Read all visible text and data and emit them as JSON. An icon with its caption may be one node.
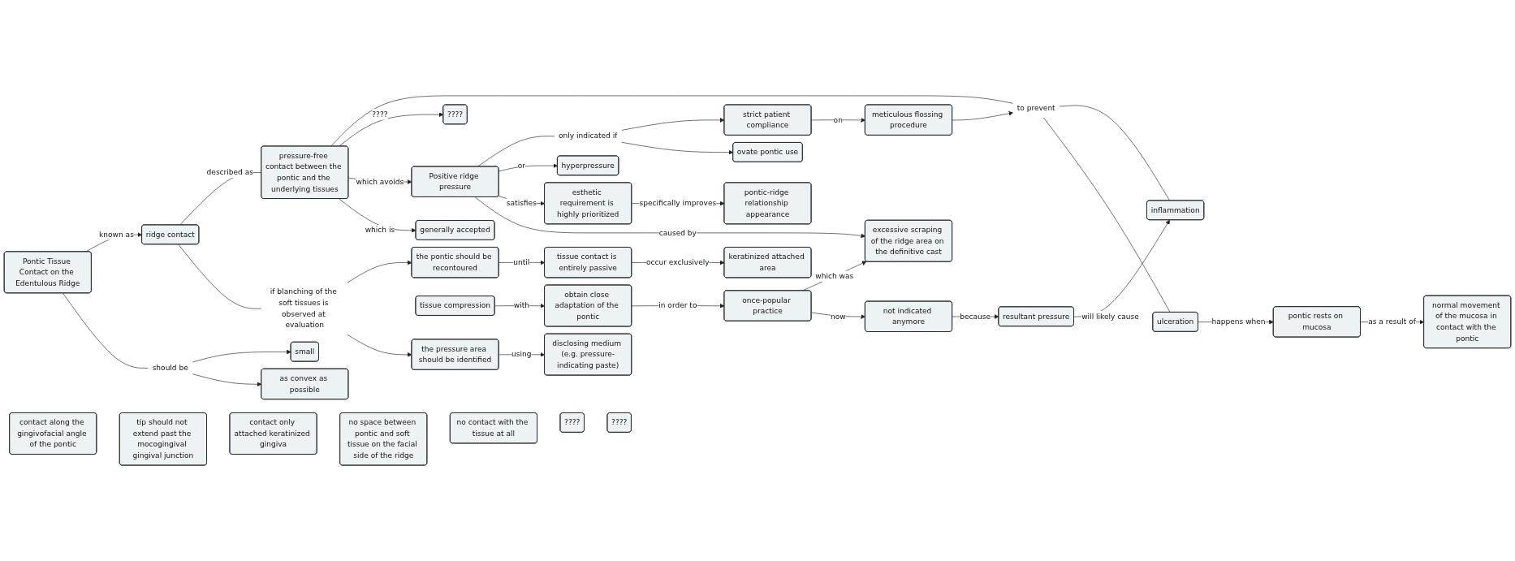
{
  "diagram": {
    "nodes": [
      {
        "text": [
          "Pontic Tissue Contact on the Edentulous Ridge"
        ]
      },
      {
        "text": [
          "should be"
        ]
      },
      {
        "text": [
          "as convex as possible"
        ]
      },
      {
        "text": [
          "small"
        ]
      },
      {
        "text": [
          "contact along the gingivofacial angle of the pontic"
        ]
      },
      {
        "text": [
          "if blanching of the soft tissues is observed at evaluation"
        ]
      },
      {
        "text": [
          "ridge contact"
        ]
      },
      {
        "text": [
          "esthetic requirement is highly prioritized"
        ]
      },
      {
        "text": [
          "pontic-ridge relationship appearance"
        ]
      },
      {
        "text": [
          "tip should not extend past the mocogingival gingival junction"
        ]
      },
      {
        "text": [
          "generally accepted"
        ]
      },
      {
        "text": [
          "the pressure area should be identified"
        ]
      },
      {
        "text": [
          "the pontic should be recontoured"
        ]
      },
      {
        "text": [
          "pressure-free contact between the pontic and the underlying tissues"
        ]
      },
      {
        "text": [
          "contact only attached keratinized gingiva"
        ]
      },
      {
        "text": [
          "to prevent"
        ]
      },
      {
        "text": [
          "ovate pontic use"
        ]
      },
      {
        "text": [
          "only indicated if"
        ]
      },
      {
        "text": [
          "Positive ridge pressure"
        ]
      },
      {
        "text": [
          "hyperpressure"
        ]
      },
      {
        "text": [
          "disclosing medium (e.g. pressure-indicating paste)"
        ]
      },
      {
        "text": [
          "tissue contact is entirely passive"
        ]
      },
      {
        "text": [
          "ulceration"
        ]
      },
      {
        "text": [
          "inflammation"
        ]
      },
      {
        "text": [
          "strict patient compliance"
        ]
      },
      {
        "text": [
          "excessive scraping of the ridge area on the definitive cast"
        ]
      },
      {
        "text": [
          "pontic rests on mucosa"
        ]
      },
      {
        "text": [
          "keratinized attached area"
        ]
      },
      {
        "text": [
          "meticulous flossing procedure"
        ]
      },
      {
        "text": [
          "no space between pontic and soft tissue on the facial side of the ridge"
        ]
      },
      {
        "text": [
          "normal movement of the mucosa in contact with the pontic"
        ]
      },
      {
        "text": [
          "resultant pressure"
        ]
      },
      {
        "text": [
          "not indicated anymore"
        ]
      },
      {
        "text": [
          "once-popular practice"
        ]
      },
      {
        "text": [
          "????"
        ]
      },
      {
        "text": [
          "obtain close adaptation of the pontic"
        ]
      },
      {
        "text": [
          "no contact with the tissue at all"
        ]
      },
      {
        "text": [
          "????"
        ]
      },
      {
        "text": [
          "????"
        ]
      },
      {
        "text": [
          "tissue compression"
        ]
      }
    ],
    "edges": [
      {
        "from": 0,
        "to": 1,
        "arrow": "none"
      },
      {
        "from": 1,
        "to": 2,
        "arrow": "to"
      },
      {
        "from": 1,
        "to": 3,
        "arrow": "to"
      },
      {
        "from": 0,
        "to": 6,
        "arrow": "to",
        "label": "known as"
      },
      {
        "from": 6,
        "to": 5,
        "arrow": "none"
      },
      {
        "from": 5,
        "to": 11,
        "arrow": "to"
      },
      {
        "from": 5,
        "to": 12,
        "arrow": "to"
      },
      {
        "from": 6,
        "to": 13,
        "arrow": "none",
        "label": "described as"
      },
      {
        "from": 13,
        "to": 10,
        "arrow": "to",
        "label": "which is"
      },
      {
        "from": 13,
        "to": 18,
        "arrow": "to",
        "label": "which avoids"
      },
      {
        "from": 13,
        "to": 34,
        "arrow": "to",
        "label": "????"
      },
      {
        "from": 13,
        "to": 15,
        "arrow": "none"
      },
      {
        "from": 15,
        "to": 22,
        "arrow": "none"
      },
      {
        "from": 15,
        "to": 23,
        "arrow": "none"
      },
      {
        "from": 28,
        "to": 15,
        "arrow": "to"
      },
      {
        "from": 11,
        "to": 20,
        "arrow": "to",
        "label": "using"
      },
      {
        "from": 12,
        "to": 21,
        "arrow": "to",
        "label": "until"
      },
      {
        "from": 21,
        "to": 27,
        "arrow": "to",
        "label": "occur exclusively"
      },
      {
        "from": 22,
        "to": 26,
        "arrow": "to",
        "label": "happens when"
      },
      {
        "from": 26,
        "to": 30,
        "arrow": "to",
        "label": "as a result of"
      },
      {
        "from": 31,
        "to": 23,
        "arrow": "to",
        "label": "will likely cause"
      },
      {
        "from": 32,
        "to": 31,
        "arrow": "to",
        "label": "because"
      },
      {
        "from": 33,
        "to": 32,
        "arrow": "to",
        "label": "now"
      },
      {
        "from": 33,
        "to": 25,
        "arrow": "to",
        "label": "which was"
      },
      {
        "from": 35,
        "to": 33,
        "arrow": "to",
        "label": "in order to"
      },
      {
        "from": 39,
        "to": 35,
        "arrow": "to",
        "label": "with"
      },
      {
        "from": 18,
        "to": 25,
        "arrow": "to",
        "label": "caused by"
      },
      {
        "from": 18,
        "to": 7,
        "arrow": "to",
        "label": "satisfies"
      },
      {
        "from": 7,
        "to": 8,
        "arrow": "to",
        "label": "specifically improves"
      },
      {
        "from": 18,
        "to": 19,
        "arrow": "to",
        "label": "or"
      },
      {
        "from": 18,
        "to": 17,
        "arrow": "none"
      },
      {
        "from": 17,
        "to": 16,
        "arrow": "to"
      },
      {
        "from": 17,
        "to": 24,
        "arrow": "to"
      },
      {
        "from": 24,
        "to": 28,
        "arrow": "to",
        "label": "on"
      }
    ]
  }
}
